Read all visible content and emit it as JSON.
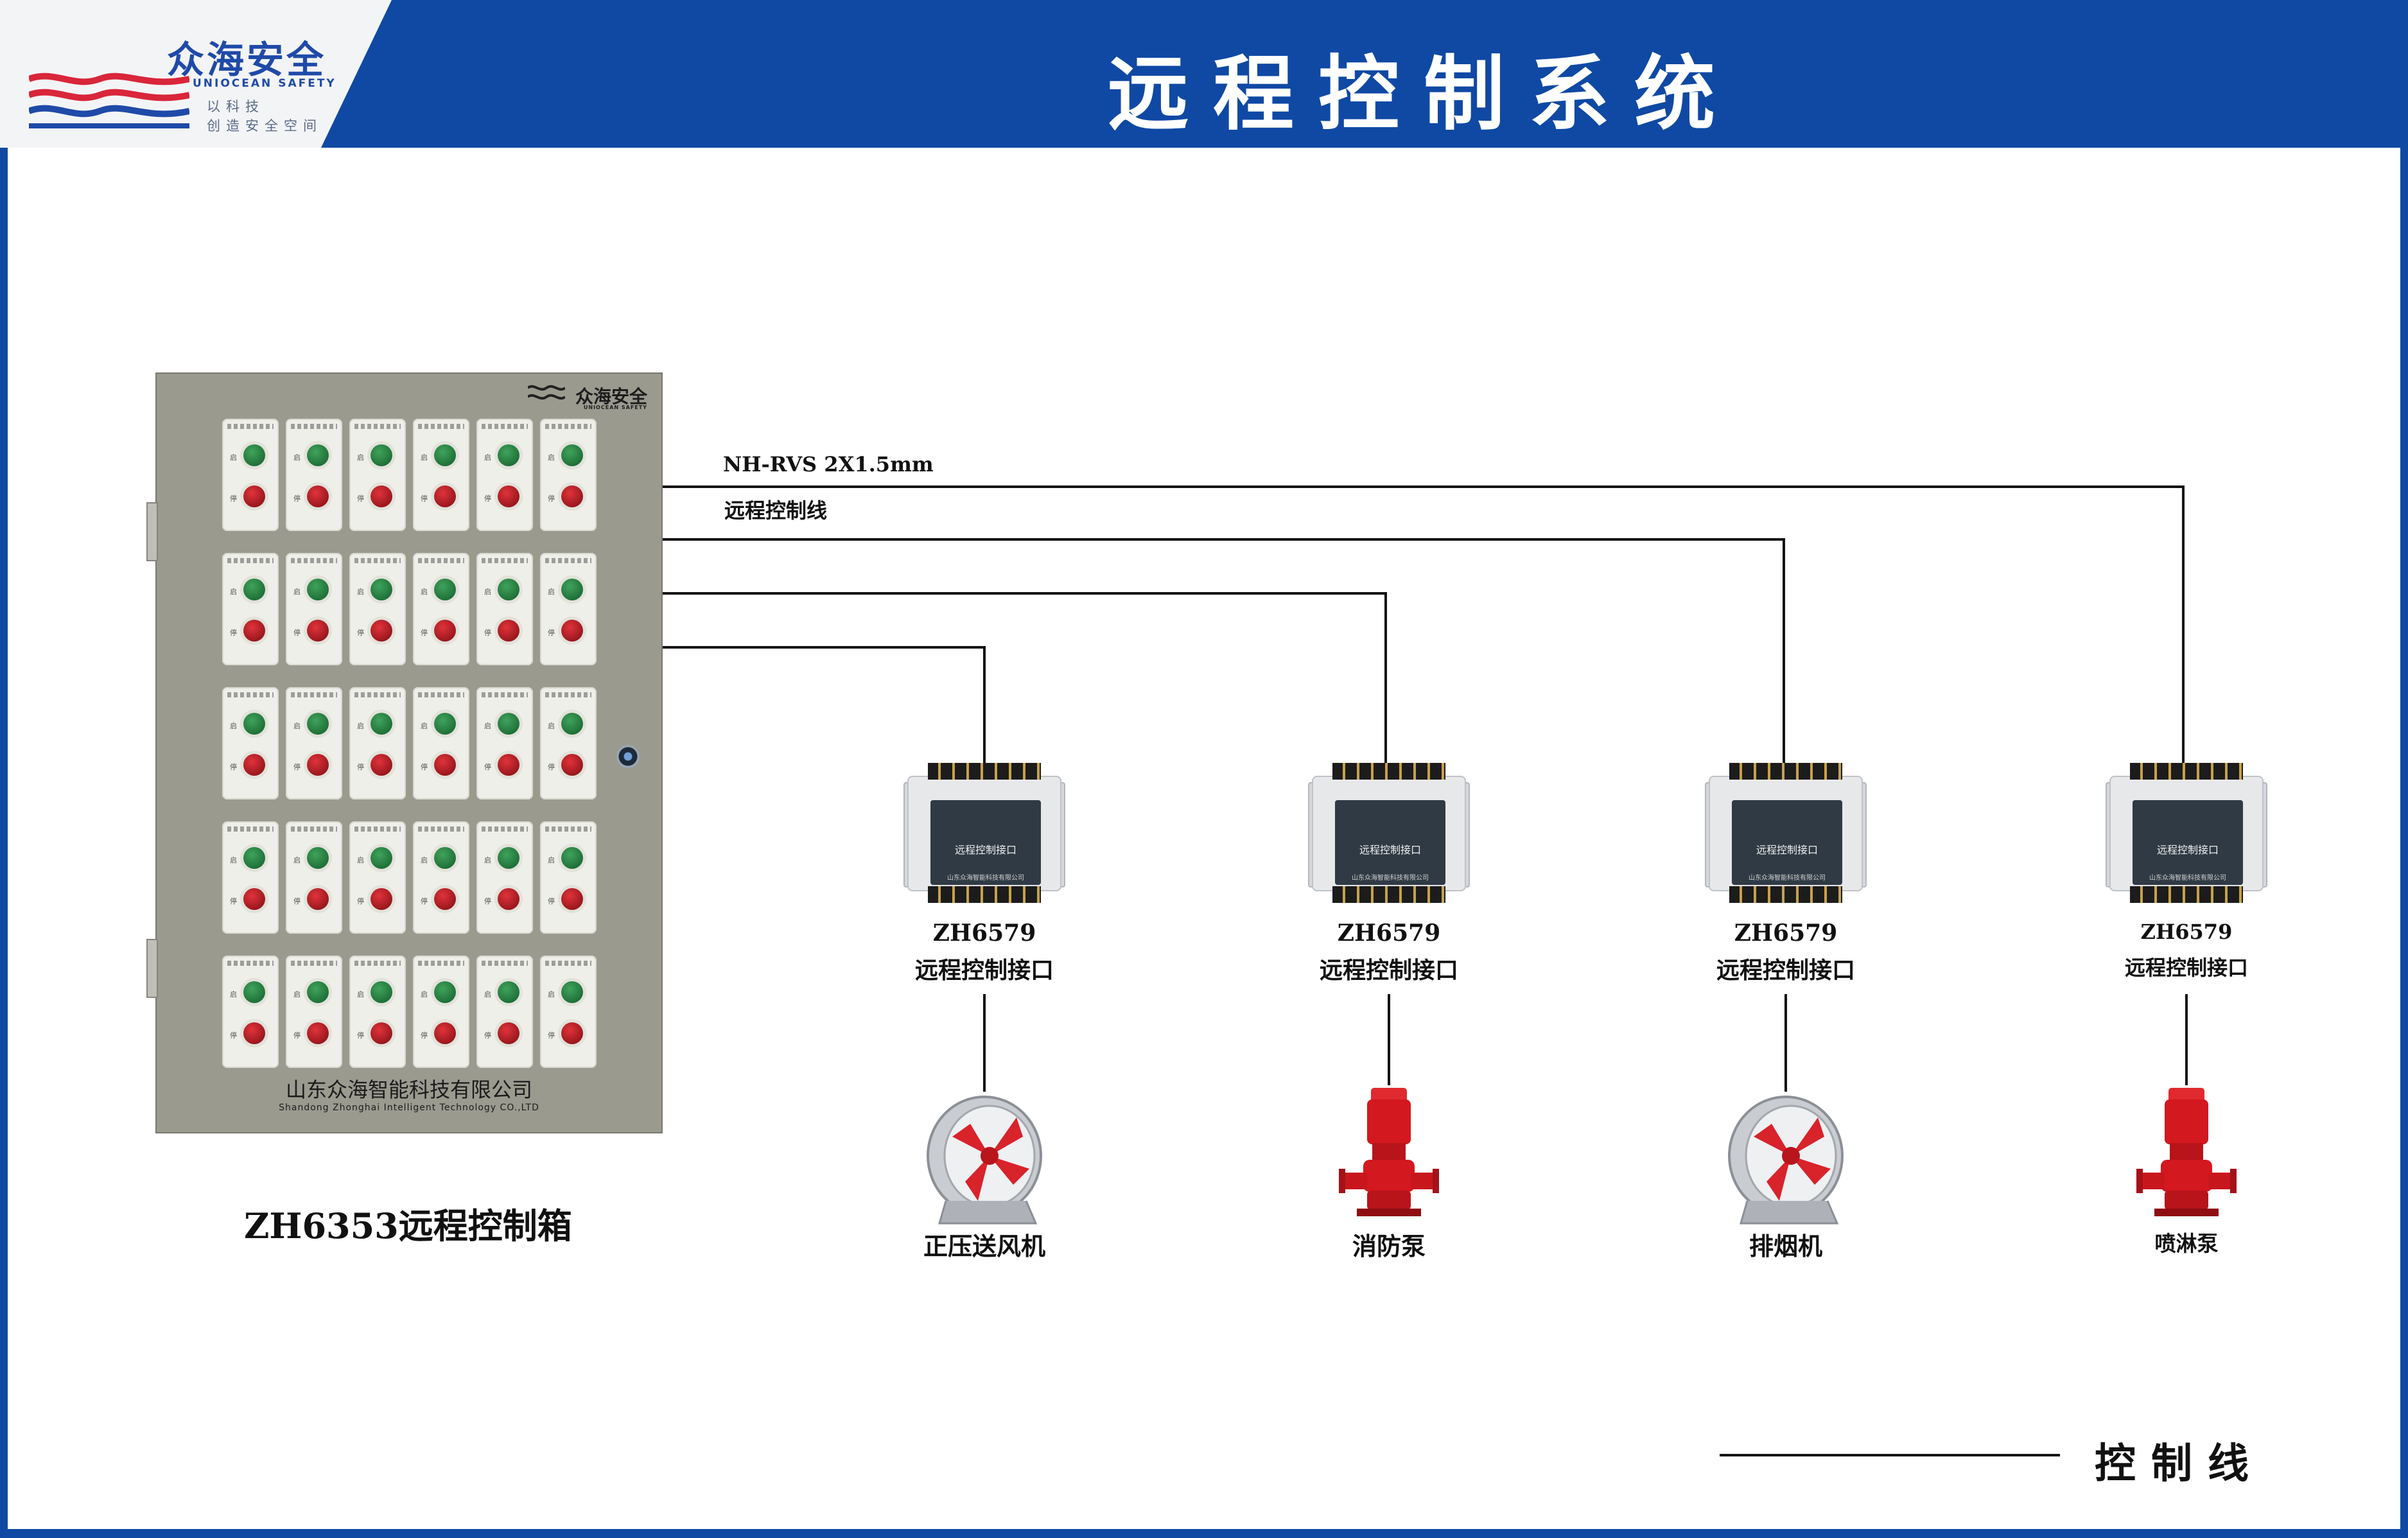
{
  "header": {
    "title": "远程控制系统",
    "logo": {
      "name": "众海安全",
      "en": "UNIOCEAN SAFETY",
      "slogan_line1": "以科技",
      "slogan_line2": "创造安全空间"
    }
  },
  "colors": {
    "header_bg": "#0f49a4",
    "wire": "#111111",
    "cabinet": "#9b9a8f",
    "button_start": "#2e8a47",
    "button_stop": "#c8161d"
  },
  "cabinet": {
    "brand": "众海安全",
    "brand_en": "UNIOCEAN SAFETY",
    "company_cn": "山东众海智能科技有限公司",
    "company_en": "Shandong Zhonghai Intelligent Technology CO.,LTD",
    "caption": "ZH6353远程控制箱",
    "button_start_tag": "启",
    "button_stop_tag": "停",
    "modules_rows": 5,
    "modules_cols": 6
  },
  "wire": {
    "spec": "NH-RVS 2X1.5mm",
    "name": "远程控制线"
  },
  "interfaces": [
    {
      "model": "ZH6579",
      "name": "远程控制接口",
      "panel_text": "远程控制接口",
      "panel_sub": "山东众海智能科技有限公司",
      "device": "正压送风机",
      "device_icon": "axial-fan-icon"
    },
    {
      "model": "ZH6579",
      "name": "远程控制接口",
      "panel_text": "远程控制接口",
      "panel_sub": "山东众海智能科技有限公司",
      "device": "消防泵",
      "device_icon": "fire-pump-icon"
    },
    {
      "model": "ZH6579",
      "name": "远程控制接口",
      "panel_text": "远程控制接口",
      "panel_sub": "山东众海智能科技有限公司",
      "device": "排烟机",
      "device_icon": "axial-fan-icon"
    },
    {
      "model": "ZH6579",
      "name": "远程控制接口",
      "panel_text": "远程控制接口",
      "panel_sub": "山东众海智能科技有限公司",
      "device": "喷淋泵",
      "device_icon": "fire-pump-icon"
    }
  ],
  "legend": {
    "label": "控制线"
  }
}
